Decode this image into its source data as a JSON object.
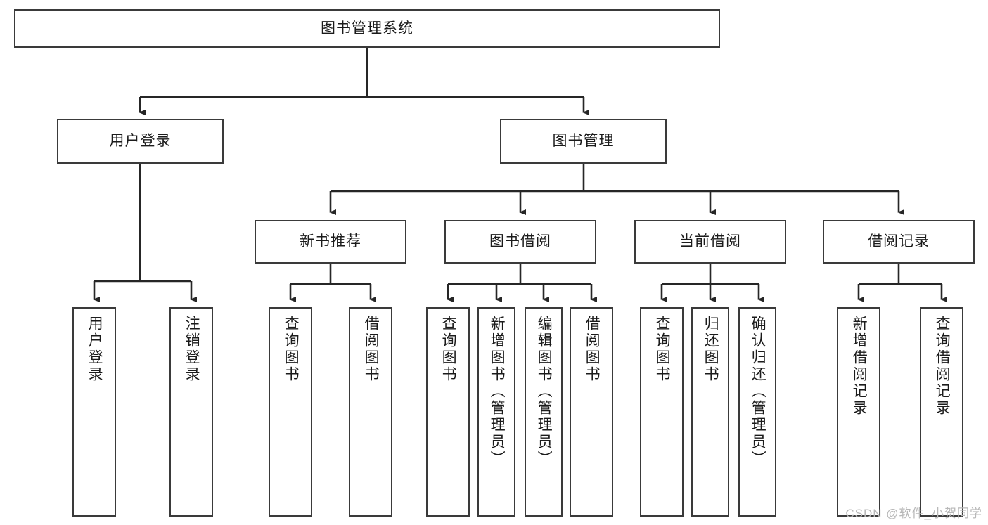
{
  "diagram": {
    "type": "tree-hierarchy",
    "orientation": "top-down",
    "root": {
      "label": "图书管理系统"
    },
    "level2": [
      {
        "label": "用户登录"
      },
      {
        "label": "图书管理"
      }
    ],
    "level3": [
      {
        "label": "新书推荐"
      },
      {
        "label": "图书借阅"
      },
      {
        "label": "当前借阅"
      },
      {
        "label": "借阅记录"
      }
    ],
    "leaves": {
      "user_login": [
        {
          "label": "用户登录"
        },
        {
          "label": "注销登录"
        }
      ],
      "new_book_recommend": [
        {
          "label": "查询图书"
        },
        {
          "label": "借阅图书"
        }
      ],
      "book_borrow": [
        {
          "label": "查询图书"
        },
        {
          "label": "新增图书（管理员）"
        },
        {
          "label": "编辑图书（管理员）"
        },
        {
          "label": "借阅图书"
        }
      ],
      "current_borrow": [
        {
          "label": "查询图书"
        },
        {
          "label": "归还图书"
        },
        {
          "label": "确认归还（管理员）"
        }
      ],
      "borrow_record": [
        {
          "label": "新增借阅记录"
        },
        {
          "label": "查询借阅记录"
        }
      ]
    }
  },
  "watermark": {
    "text": "CSDN @软件_小贺同学"
  },
  "colors": {
    "background": "#ffffff",
    "box_border": "#3a3a3a",
    "text": "#1b1b1b",
    "connector": "#262626",
    "watermark": "#b8b8b8"
  }
}
